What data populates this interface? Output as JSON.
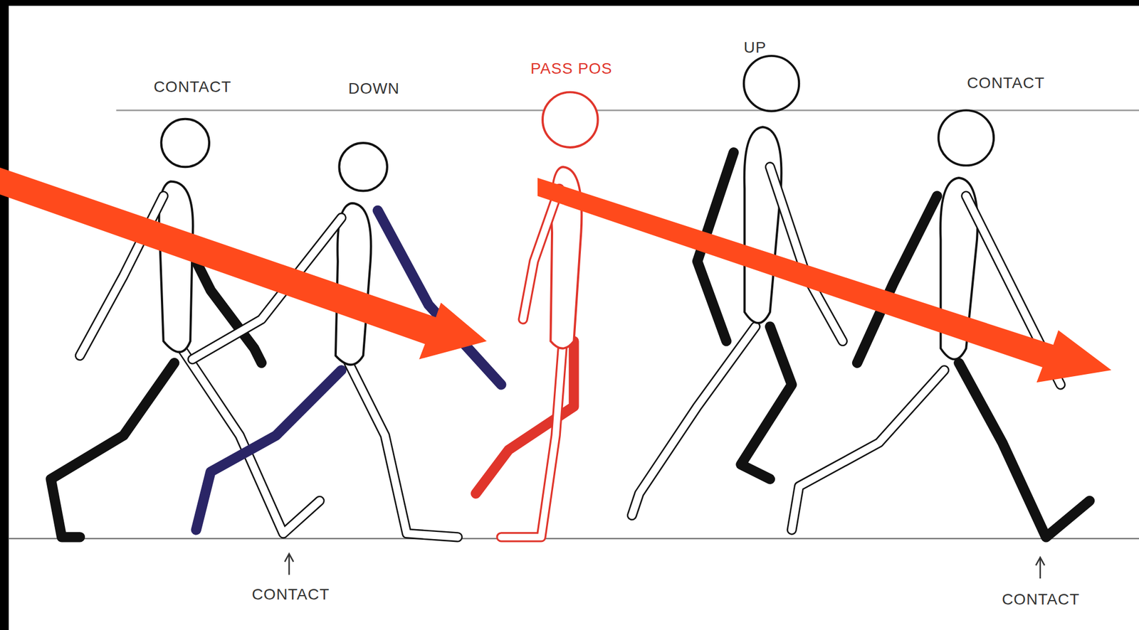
{
  "diagram": {
    "labels": [
      "CONTACT",
      "DOWN",
      "PASS POS",
      "UP",
      "CONTACT",
      "CONTACT",
      "CONTACT"
    ]
  }
}
